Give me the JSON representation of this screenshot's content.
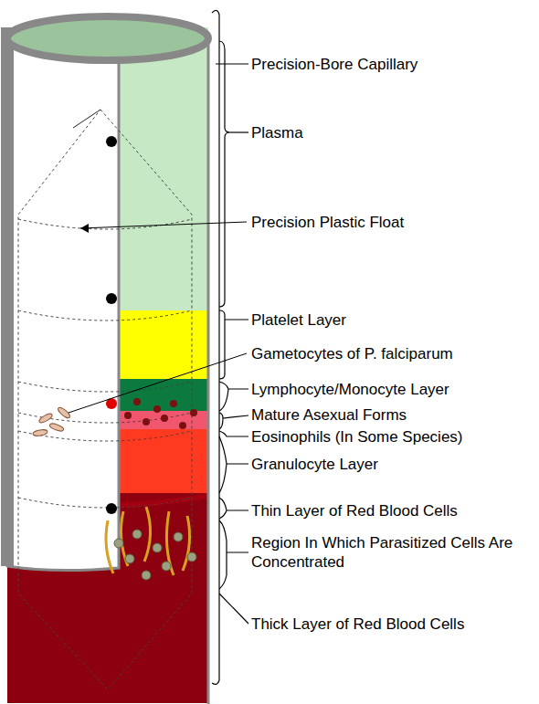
{
  "diagram": {
    "labels": [
      "Precision-Bore Capillary",
      "Plasma",
      "Precision Plastic Float",
      "Platelet Layer",
      "Gametocytes of P. falciparum",
      "Lymphocyte/Monocyte Layer",
      "Mature Asexual Forms",
      "Eosinophils (In Some Species)",
      "Granulocyte Layer",
      "Thin Layer of Red Blood Cells",
      "Region In Which Parasitized Cells Are Concentrated",
      "Thick Layer of Red Blood Cells"
    ]
  }
}
